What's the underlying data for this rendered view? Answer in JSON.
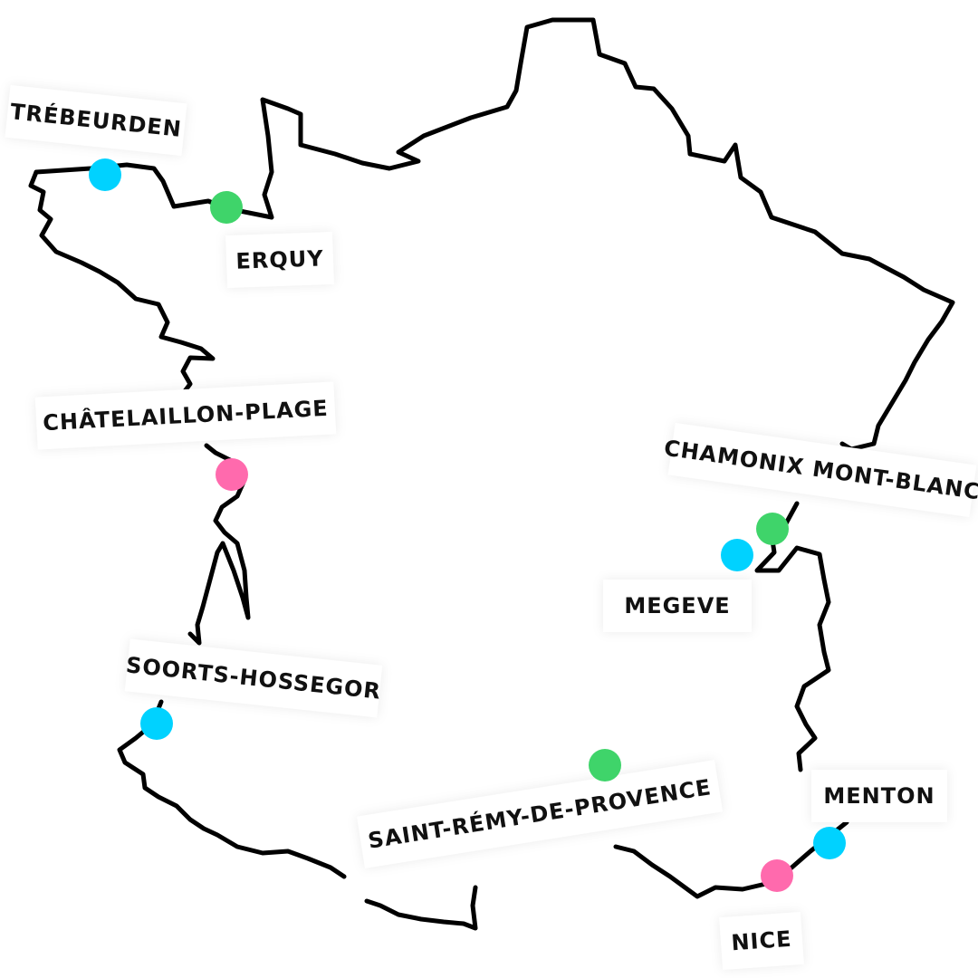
{
  "colors": {
    "blue": "#00d2ff",
    "green": "#3fd46a",
    "pink": "#ff6aad",
    "outline": "#000000"
  },
  "places": [
    {
      "name": "TRÉBEURDEN",
      "color": "blue"
    },
    {
      "name": "ERQUY",
      "color": "green"
    },
    {
      "name": "CHÂTELAILLON-PLAGE",
      "color": "pink"
    },
    {
      "name": "SOORTS-HOSSEGOR",
      "color": "blue"
    },
    {
      "name": "SAINT-RÉMY-DE-PROVENCE",
      "color": "green"
    },
    {
      "name": "NICE",
      "color": "pink"
    },
    {
      "name": "MENTON",
      "color": "blue"
    },
    {
      "name": "MEGEVE",
      "color": "blue"
    },
    {
      "name": "CHAMONIX MONT-BLANC",
      "color": "green"
    }
  ]
}
